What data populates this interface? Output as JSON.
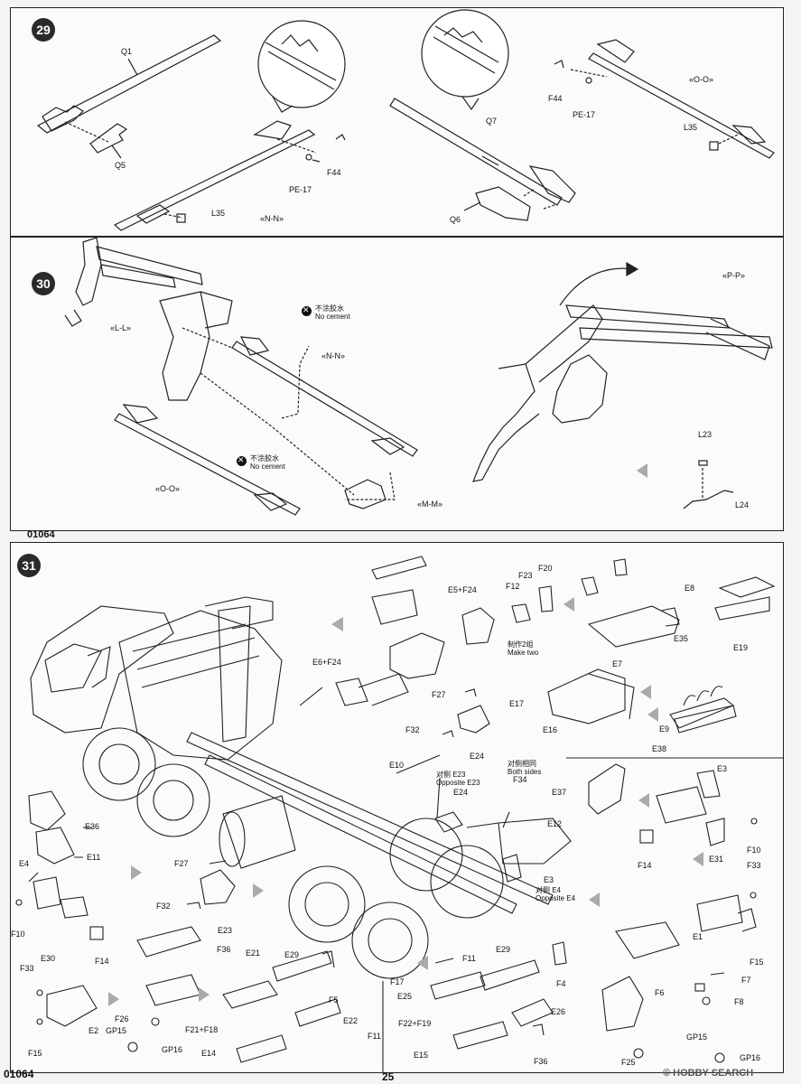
{
  "step29": {
    "number": "29",
    "labels": {
      "q1": "Q1",
      "q5": "Q5",
      "f44a": "F44",
      "pe17a": "PE-17",
      "l35a": "L35",
      "nn": "«N-N»",
      "q7": "Q7",
      "q6": "Q6",
      "f44b": "F44",
      "pe17b": "PE-17",
      "l35b": "L35",
      "oo": "«O-O»"
    }
  },
  "step30": {
    "number": "30",
    "labels": {
      "ll": "«L-L»",
      "nn": "«N-N»",
      "oo": "«O-O»",
      "mm": "«M-M»",
      "pp": "«P-P»",
      "l23": "L23",
      "l24": "L24"
    },
    "no_cement_cn": "不涂胶水",
    "no_cement_en": "No cement"
  },
  "step31": {
    "number": "31",
    "labels": {
      "e5f24": "E5+F24",
      "e6f24": "E6+F24",
      "f27a": "F27",
      "f32a": "F32",
      "e24a": "E24",
      "f23": "F23",
      "f20": "F20",
      "f12": "F12",
      "e35": "E35",
      "e7": "E7",
      "e8": "E8",
      "e19": "E19",
      "make_two_cn": "制作2组",
      "make_two_en": "Make two",
      "e17": "E17",
      "e16": "E16",
      "e9": "E9",
      "e38": "E38",
      "e10": "E10",
      "opp_cn": "对侧 E23",
      "opp_en": "Opposite E23",
      "e24b": "E24",
      "both_cn": "对侧相同",
      "both_en": "Both sides",
      "f34": "F34",
      "e3a": "E3",
      "e3b": "E3",
      "opp_e4_cn": "对侧 E4",
      "opp_e4_en": "Opposite E4",
      "e37": "E37",
      "e12": "E12",
      "f14a": "F14",
      "e31": "E31",
      "f10a": "F10",
      "f33a": "F33",
      "e1": "E1",
      "f15a": "F15",
      "e36": "E36",
      "e11": "E11",
      "e4": "E4",
      "f10b": "F10",
      "e30": "E30",
      "f14b": "F14",
      "f27b": "F27",
      "f32b": "F32",
      "e23": "E23",
      "f33b": "F33",
      "f15b": "F15",
      "e2": "E2",
      "f26": "F26",
      "gp15a": "GP15",
      "gp16a": "GP16",
      "f21f18": "F21+F18",
      "f36a": "F36",
      "e21": "E21",
      "e29a": "E29",
      "f5": "F5",
      "e22": "E22",
      "f11a": "F11",
      "e14": "E14",
      "f11b": "F11",
      "e29b": "E29",
      "f17": "F17",
      "e25": "E25",
      "f4": "F4",
      "e26": "E26",
      "f22f19": "F22+F19",
      "e15": "E15",
      "f36b": "F36",
      "f7": "F7",
      "f6": "F6",
      "f8": "F8",
      "f25": "F25",
      "gp15b": "GP15",
      "gp16b": "GP16"
    }
  },
  "footer": {
    "code_top": "01064",
    "code_bottom": "01064",
    "page": "25",
    "watermark": "© HOBBY SEARCH"
  }
}
